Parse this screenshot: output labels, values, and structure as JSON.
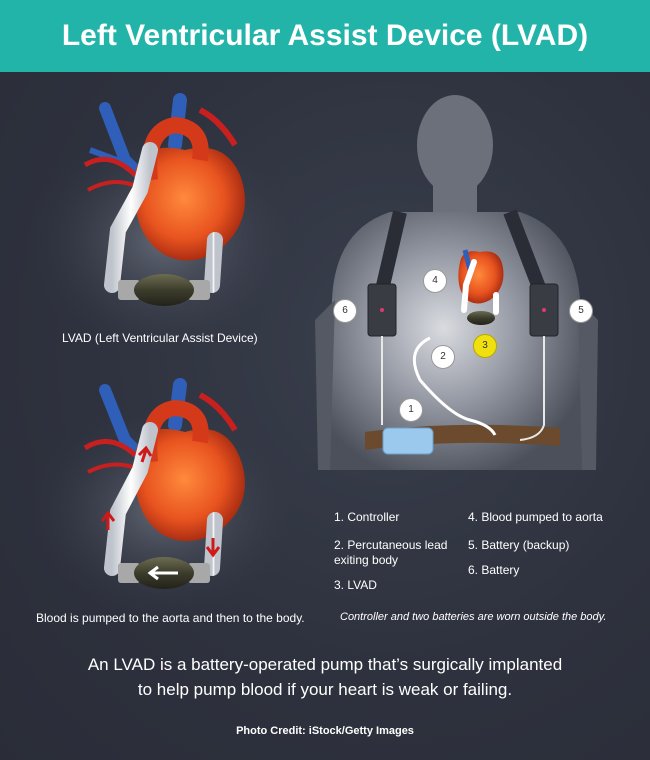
{
  "header": {
    "title": "Left Ventricular Assist Device (LVAD)"
  },
  "panels": {
    "top_left_caption": "LVAD  (Left Ventricular Assist Device)",
    "bottom_left_caption": "Blood is pumped to the aorta and then to the body.",
    "right_caption": "Controller and two batteries are worn outside the body."
  },
  "badges": {
    "b1": "1",
    "b2": "2",
    "b3": "3",
    "b4": "4",
    "b5": "5",
    "b6": "6"
  },
  "legend": {
    "item1": "1. Controller",
    "item2": "2. Percutaneous lead exiting body",
    "item3": "3. LVAD",
    "item4": "4. Blood pumped to aorta",
    "item5": "5. Battery (backup)",
    "item6": "6. Battery"
  },
  "summary": {
    "line1": "An LVAD is a battery-operated pump that’s surgically implanted",
    "line2": "to help pump blood if your heart is weak or failing."
  },
  "credit": "Photo Credit: iStock/Getty Images",
  "colors": {
    "header": "#22b3a9",
    "background": "#2f3340",
    "heart": "#e8531f",
    "vessel_blue": "#2f5fb8"
  }
}
